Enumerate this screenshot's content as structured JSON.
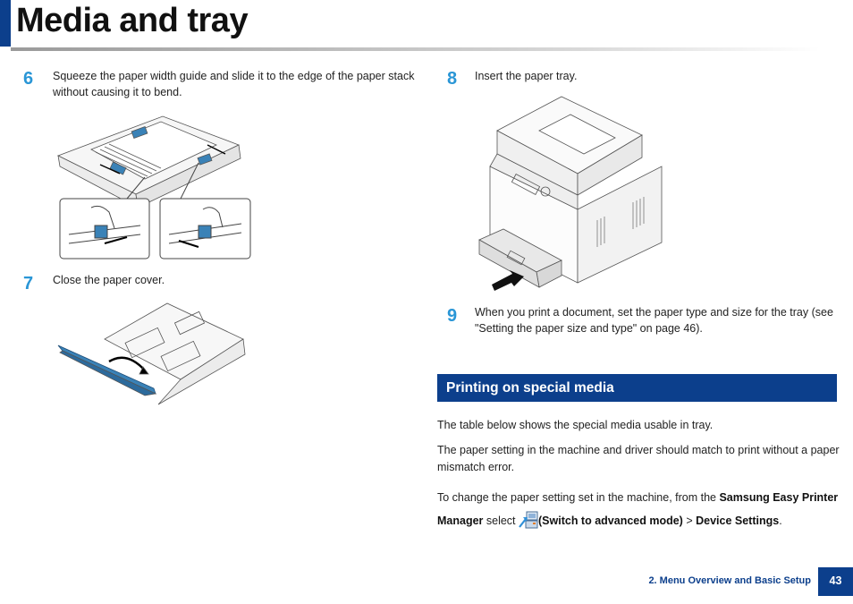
{
  "header": {
    "title": "Media and tray"
  },
  "steps": [
    {
      "number": "6",
      "text": "Squeeze the paper width guide and slide it to the edge of the paper stack without causing it to bend."
    },
    {
      "number": "7",
      "text": "Close the paper cover."
    },
    {
      "number": "8",
      "text": "Insert the paper tray."
    },
    {
      "number": "9",
      "text": "When you print a document, set the paper type and size for the tray (see \"Setting the paper size and type\" on page 46)."
    }
  ],
  "section": {
    "heading": "Printing on special media",
    "para1": "The table below shows the special media usable in tray.",
    "para2": "The paper setting in the machine and driver should match to print without a paper mismatch error.",
    "para3_prefix": "To change the paper setting set in the machine, from the ",
    "para3_bold1": "Samsung Easy Printer Manager",
    "para3_mid": " select ",
    "para3_bold2": "(Switch to advanced mode)",
    "para3_sep": " > ",
    "para3_bold3": "Device Settings",
    "para3_end": "."
  },
  "footer": {
    "chapter": "2. Menu Overview and Basic Setup",
    "page": "43"
  },
  "icons": {
    "advanced_mode": "switch-advanced-mode-icon"
  },
  "colors": {
    "accent": "#0c3f8c",
    "step_number": "#2a96d6"
  }
}
